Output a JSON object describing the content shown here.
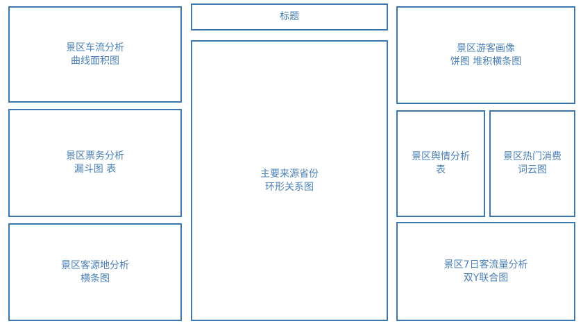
{
  "panels": {
    "title": {
      "line1": "标题"
    },
    "traffic": {
      "line1": "景区车流分析",
      "line2": "曲线面积图"
    },
    "tickets": {
      "line1": "景区票务分析",
      "line2": "漏斗图 表"
    },
    "origin": {
      "line1": "景区客源地分析",
      "line2": "横条图"
    },
    "provinces": {
      "line1": "主要来源省份",
      "line2": "环形关系图"
    },
    "profile": {
      "line1": "景区游客画像",
      "line2": "饼图 堆积横条图"
    },
    "sentiment": {
      "line1": "景区舆情分析",
      "line2": "表"
    },
    "spending": {
      "line1": "景区热门消费",
      "line2": "词云图"
    },
    "flow7day": {
      "line1": "景区7日客流量分析",
      "line2": "双Y联合图"
    }
  }
}
